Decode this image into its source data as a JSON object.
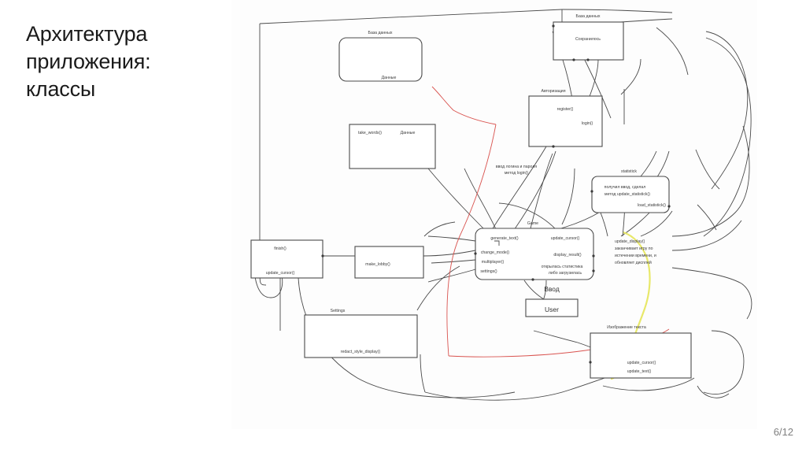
{
  "slide": {
    "title": "Архитектура\nприложения:\nклассы",
    "page_indicator": "6/12"
  },
  "diagram": {
    "type": "class-architecture-diagram",
    "classes": [
      {
        "id": "db-top",
        "label_above": "База данных",
        "shape": "rounded-rect",
        "members": [
          "Данные"
        ]
      },
      {
        "id": "db-saved",
        "label_above": "База данных",
        "shape": "rect",
        "members": [
          "Сохранилось"
        ]
      },
      {
        "id": "take-words",
        "label_above": "",
        "shape": "rect",
        "members": [
          "take_words()",
          "Данные"
        ]
      },
      {
        "id": "authorization",
        "label_above": "Авторизация",
        "shape": "rect",
        "members": [
          "register()",
          "login()"
        ]
      },
      {
        "id": "statistick",
        "label_above": "statistick",
        "shape": "rounded-rect",
        "members": [
          "получил ввод, сделал",
          "метод update_statistick()",
          "load_statistick()"
        ]
      },
      {
        "id": "finish",
        "label_above": "",
        "shape": "rect",
        "members": [
          "finish()",
          "update_cursor()"
        ]
      },
      {
        "id": "make-lobby",
        "label_above": "",
        "shape": "rect",
        "members": [
          "make_lobby()"
        ]
      },
      {
        "id": "game",
        "label_above": "Game",
        "shape": "rounded-rect",
        "members": [
          "generate_text()",
          "change_mode()",
          "multiplayer()",
          "settings()",
          "update_cursor()",
          "display_result()",
          "открылась статистика",
          "либо загрузилась"
        ]
      },
      {
        "id": "user",
        "label_above": "Ввод",
        "shape": "rect",
        "members": [
          "User"
        ]
      },
      {
        "id": "settings",
        "label_above": "Settings",
        "shape": "rect",
        "members": [
          "redact_style_display()"
        ]
      },
      {
        "id": "text-image",
        "label_above": "Изображение текста",
        "shape": "rect",
        "members": [
          "update_cursor()",
          "update_text()"
        ]
      }
    ],
    "annotations": [
      "ввод логина и пароля\nметод login()",
      "update_display()\nзаканчивает игру по\nистечении времени, и\nобновляет дисплей"
    ],
    "labels": {
      "db_top": "База данных",
      "db_saved_above": "База данных",
      "db_saved": "Сохранилось",
      "data_top": "Данные",
      "take_words": "take_words()",
      "take_words_data": "Данные",
      "authorization": "Авторизация",
      "register": "register()",
      "login": "login()",
      "login_note_l1": "ввод логина и пароля",
      "login_note_l2": "метод login()",
      "statistick": "statistick",
      "stat_l1": "получил ввод, сделал",
      "stat_l2": "метод update_statistick()",
      "load_statistick": "load_statistick()",
      "finish": "finish()",
      "update_cursor_left": "update_cursor()",
      "make_lobby": "make_lobby()",
      "game": "Game",
      "generate_text": "generate_text()",
      "change_mode": "change_mode()",
      "multiplayer": "multiplayer()",
      "settings_m": "settings()",
      "update_cursor_game": "update_cursor()",
      "display_result": "display_result()",
      "stat_open_l1": "открылась статистика",
      "stat_open_l2": "либо загрузилась",
      "vvod": "Ввод",
      "user": "User",
      "settings_title": "Settings",
      "redact_style": "redact_style_display()",
      "text_image": "Изображение текста",
      "upd_cursor_ti": "update_cursor()",
      "upd_text_ti": "update_text()",
      "disp_note_l1": "update_display()",
      "disp_note_l2": "заканчивает игру по",
      "disp_note_l3": "истечении времени, и",
      "disp_note_l4": "обновляет дисплей"
    },
    "colors": {
      "stroke": "#4a4a4a",
      "red_edge": "#d9534f",
      "yellow_edge": "#e8e86a",
      "text": "#3a3a3a",
      "background": "#fdfdfd"
    }
  }
}
